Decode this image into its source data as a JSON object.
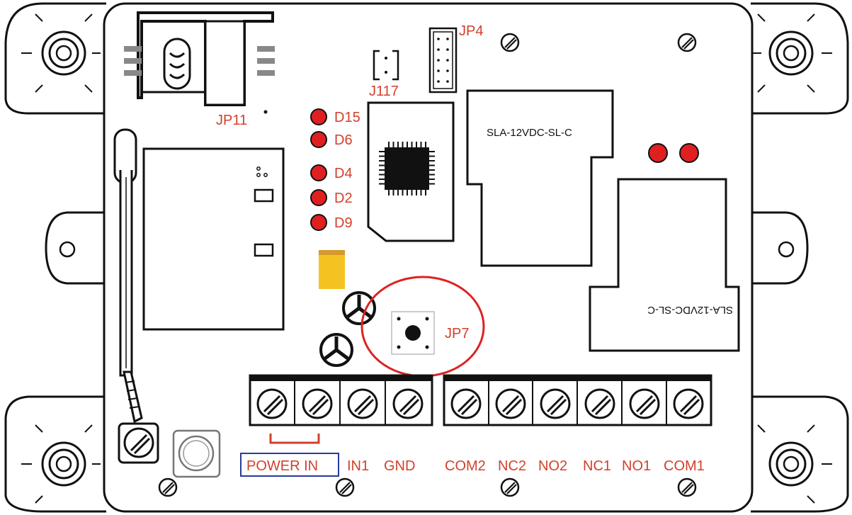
{
  "colors": {
    "label": "#d3402c",
    "led": "#e02020",
    "outline": "#111111",
    "highlight": "#dd2222",
    "power_box": "#2a3a9c",
    "fuse": "#f5c321",
    "fuse_top": "#d59a2a"
  },
  "board": {
    "jp11": "JP11",
    "jp4": "JP4",
    "j117": "J117",
    "jp7": "JP7"
  },
  "leds": [
    {
      "id": "d15",
      "label": "D15"
    },
    {
      "id": "d6",
      "label": "D6"
    },
    {
      "id": "d4",
      "label": "D4"
    },
    {
      "id": "d2",
      "label": "D2"
    },
    {
      "id": "d9",
      "label": "D9"
    }
  ],
  "relays": {
    "relay1": "SLA-12VDC-SL-C",
    "relay2": "SLA-12VDC-SL-C"
  },
  "terminals": {
    "power_in": "POWER IN",
    "in1": "IN1",
    "gnd": "GND",
    "com2": "COM2",
    "nc2": "NC2",
    "no2": "NO2",
    "nc1": "NC1",
    "no1": "NO1",
    "com1": "COM1"
  },
  "icons": {
    "screw": "screw-icon",
    "mount_hole": "mount-hole-icon",
    "chip": "chip-icon",
    "antenna": "antenna-icon",
    "button": "push-button-icon"
  }
}
